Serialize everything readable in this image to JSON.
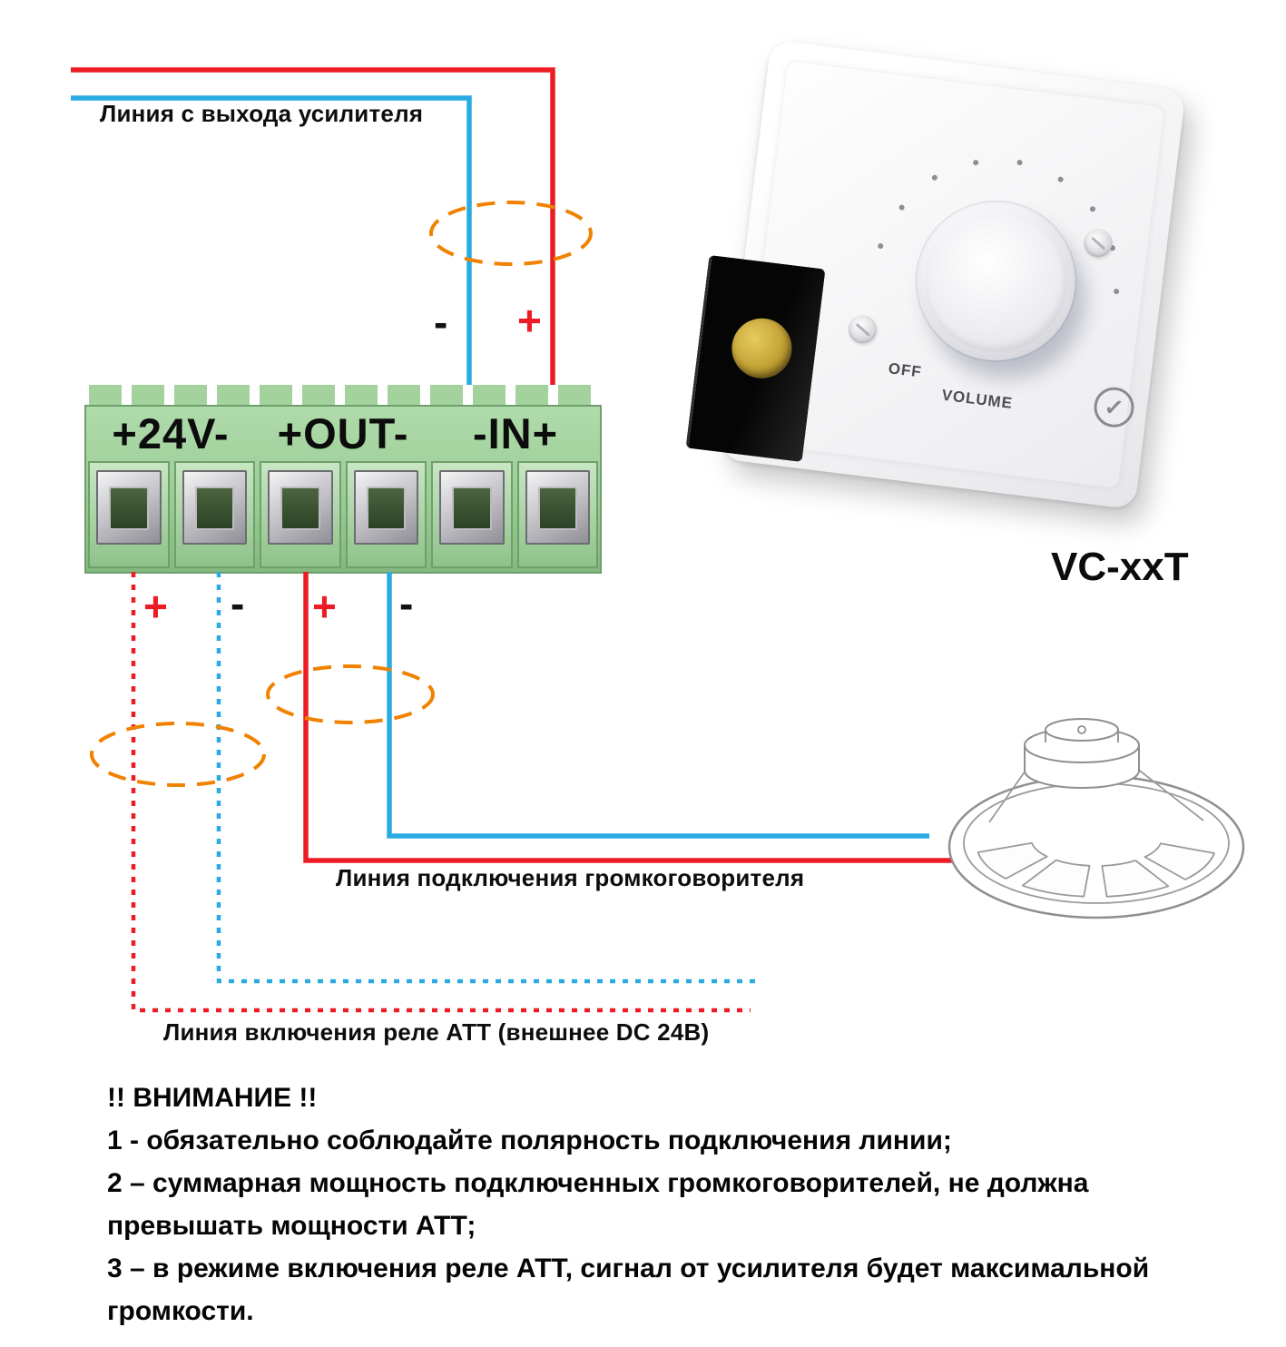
{
  "amp_line": {
    "label": "Линия с выхода усилителя",
    "minus": "-",
    "plus": "+"
  },
  "terminal_block": {
    "groups": [
      "+24V-",
      "+OUT-",
      "-IN+"
    ]
  },
  "under_terminals": {
    "v24_plus": "+",
    "v24_minus": "-",
    "out_plus": "+",
    "out_minus": "-"
  },
  "speaker_line": {
    "label": "Линия подключения громкоговорителя"
  },
  "relay_line": {
    "label": "Линия включения реле АТТ (внешнее DC 24В)"
  },
  "device": {
    "model": "VC-xxT",
    "off_label": "OFF",
    "volume_label": "VOLUME",
    "logo_glyph": "✓",
    "logo_icon": "check-circle-icon"
  },
  "warning": {
    "title": "!! ВНИМАНИЕ !!",
    "items": [
      "1 - обязательно соблюдайте полярность подключения линии;",
      "2 – суммарная мощность подключенных громкоговорителей, не должна превышать мощности АТТ;",
      "3 – в режиме включения реле АТТ, сигнал от усилителя будет максимальной громкости."
    ]
  },
  "colors": {
    "positive_wire": "#ed1c24",
    "negative_wire": "#29abe2",
    "twist_marker": "#f08200",
    "terminal_green": "#9bcd96"
  }
}
